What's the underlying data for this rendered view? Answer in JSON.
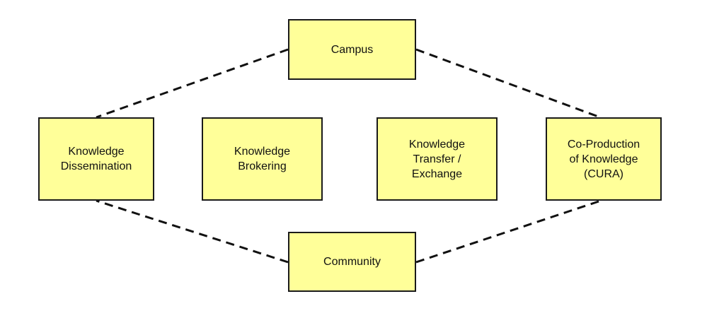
{
  "diagram": {
    "colors": {
      "node_fill": "#ffff99",
      "node_border": "#1a1a1a",
      "connector": "#111111"
    },
    "nodes": {
      "campus": {
        "label": "Campus"
      },
      "dissemination": {
        "label": "Knowledge\nDissemination"
      },
      "brokering": {
        "label": "Knowledge\nBrokering"
      },
      "transfer": {
        "label": "Knowledge\nTransfer /\nExchange"
      },
      "coproduction": {
        "label": "Co-Production\nof Knowledge\n(CURA)"
      },
      "community": {
        "label": "Community"
      }
    },
    "edges": [
      {
        "from": "campus",
        "to": "dissemination",
        "style": "dashed"
      },
      {
        "from": "campus",
        "to": "coproduction",
        "style": "dashed"
      },
      {
        "from": "community",
        "to": "dissemination",
        "style": "dashed"
      },
      {
        "from": "community",
        "to": "coproduction",
        "style": "dashed"
      }
    ]
  }
}
